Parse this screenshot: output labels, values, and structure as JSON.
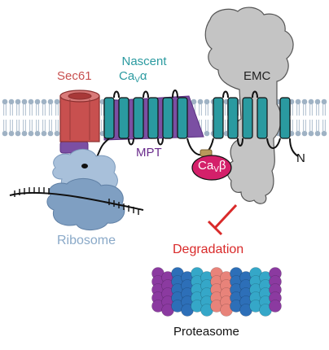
{
  "labels": {
    "sec61": "Sec61",
    "nascent": "Nascent",
    "cav_alpha_base": "Ca",
    "cav_alpha_sub": "V",
    "cav_alpha_greek": "α",
    "emc": "EMC",
    "mpt": "MPT",
    "n_terminus": "N",
    "cav_beta_base": "Ca",
    "cav_beta_sub": "V",
    "cav_beta_greek": "β",
    "ribosome": "Ribosome",
    "degradation": "Degradation",
    "proteasome": "Proteasome"
  },
  "colors": {
    "sec61": "#c8504f",
    "nascent": "#2a9aa0",
    "helix_fill": "#2a9aa0",
    "emc": "#4a4a4a",
    "emc_fill": "#c4c4c4",
    "mpt": "#6a2c8c",
    "mpt_fill": "#7b4fa3",
    "cav_beta_fill": "#d4206a",
    "ribosome": "#8aa9c8",
    "ribosome_fill": "#9fbad6",
    "degradation": "#d92a2a",
    "proteasome_text": "#111111",
    "membrane_head": "#9fb2c4"
  }
}
